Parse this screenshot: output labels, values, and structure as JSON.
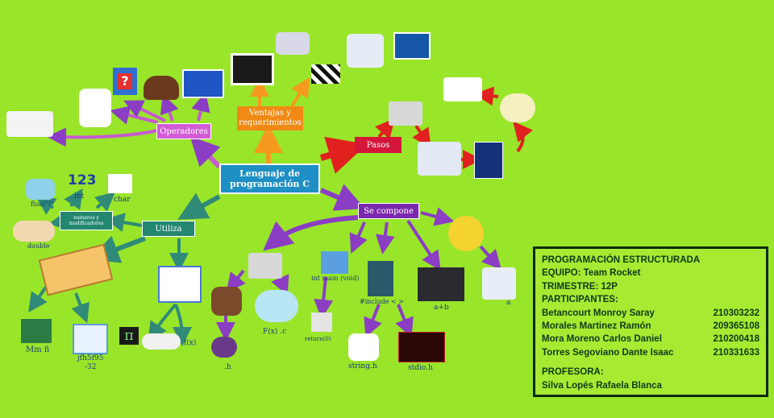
{
  "colors": {
    "background": "#99e52a",
    "center": "#1e8fc4",
    "operadores": "#d35bd6",
    "ventajas": "#f08a14",
    "pasos": "#d4163a",
    "utiliza": "#23866f",
    "secompone": "#7b28b0",
    "arrow_purple": "#8b3dc4",
    "arrow_orange": "#f59a1e",
    "arrow_red": "#e0211f",
    "arrow_teal": "#2f8a78"
  },
  "nodes": {
    "center": "Lenguaje de\nprogramación C",
    "operadores": "Operadores",
    "ventajas": "Ventajas y\nrequerimientos",
    "pasos": "Pasos",
    "utiliza": "Utiliza",
    "secompone": "Se compone",
    "numeros": "numeros y\nmodificadores"
  },
  "labels": {
    "int": "int",
    "char": "char",
    "float": "float\"f\"",
    "double": "double",
    "mmn": "Mm ñ",
    "jfh": "jfh5f95\n-32",
    "fx": "f(x)",
    "h": ".h",
    "fxc": "F(x) .c",
    "return": "return(0)",
    "intmain": "int main (void)",
    "include": "#include < >",
    "string": "string.h",
    "stdio": "stdio.h",
    "ab": "a+b",
    "a": "a",
    "count": "123"
  },
  "info": {
    "title": "PROGRAMACIÓN ESTRUCTURADA",
    "equipo": "EQUIPO: Team Rocket",
    "trimestre": "TRIMESTRE: 12P",
    "participantes_label": "PARTICIPANTES:",
    "participantes": [
      {
        "name": "Betancourt Monroy Saray",
        "id": "210303232"
      },
      {
        "name": "Morales Martinez Ramón",
        "id": "209365108"
      },
      {
        "name": "Mora Moreno Carlos Daniel",
        "id": "210200418"
      },
      {
        "name": "Torres Segoviano Dante Isaac",
        "id": "210331633"
      }
    ],
    "profesora_label": "PROFESORA:",
    "profesora": "Silva Lopés Rafaela Blanca"
  }
}
